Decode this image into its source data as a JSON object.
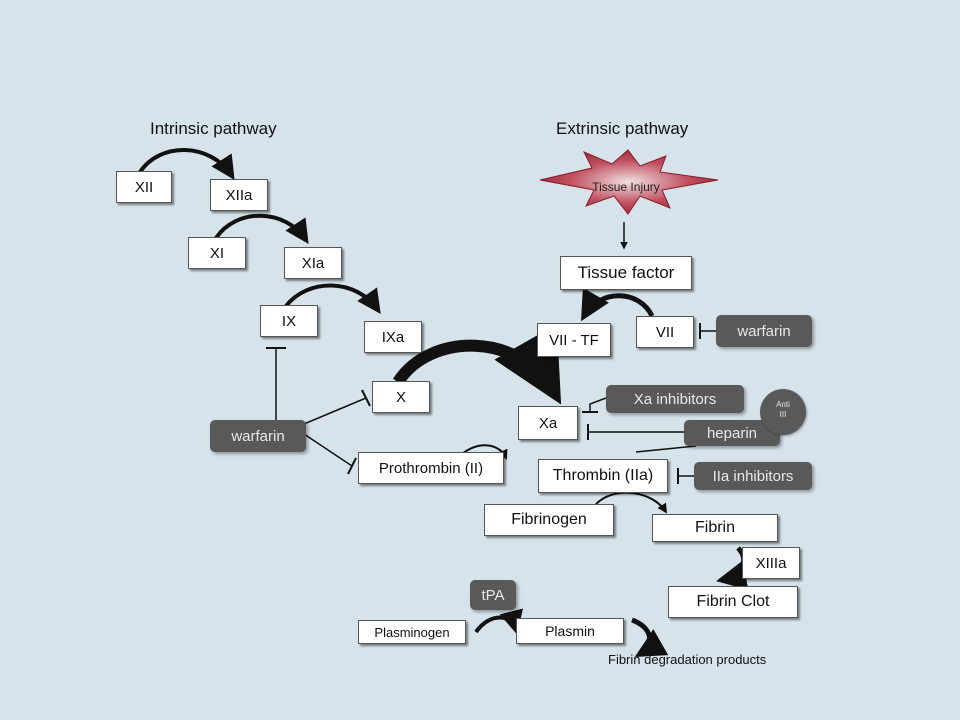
{
  "titles": {
    "intrinsic": "Intrinsic pathway",
    "extrinsic": "Extrinsic pathway"
  },
  "factors": {
    "xii": "XII",
    "xiia": "XIIa",
    "xi": "XI",
    "xia": "XIa",
    "ix": "IX",
    "ixa": "IXa",
    "x": "X",
    "xa": "Xa",
    "tissue_injury": "Tissue Injury",
    "tissue_factor": "Tissue factor",
    "vii_tf": "VII - TF",
    "vii": "VII",
    "prothrombin": "Prothrombin (II)",
    "thrombin": "Thrombin (IIa)",
    "fibrinogen": "Fibrinogen",
    "fibrin": "Fibrin",
    "xiiia": "XIIIa",
    "fibrin_clot": "Fibrin Clot",
    "plasminogen": "Plasminogen",
    "plasmin": "Plasmin",
    "degradation": "Fibrin degradation products"
  },
  "drugs": {
    "warfarin_left": "warfarin",
    "warfarin_right": "warfarin",
    "xa_inhibitors": "Xa inhibitors",
    "heparin": "heparin",
    "anti_iii_line1": "Anti",
    "anti_iii_line2": "III",
    "iia_inhibitors": "IIa inhibitors",
    "tpa": "tPA"
  },
  "colors": {
    "background": "#d6e3ea",
    "drug_fill": "#595959",
    "burst_fill": "#9c2a35"
  }
}
